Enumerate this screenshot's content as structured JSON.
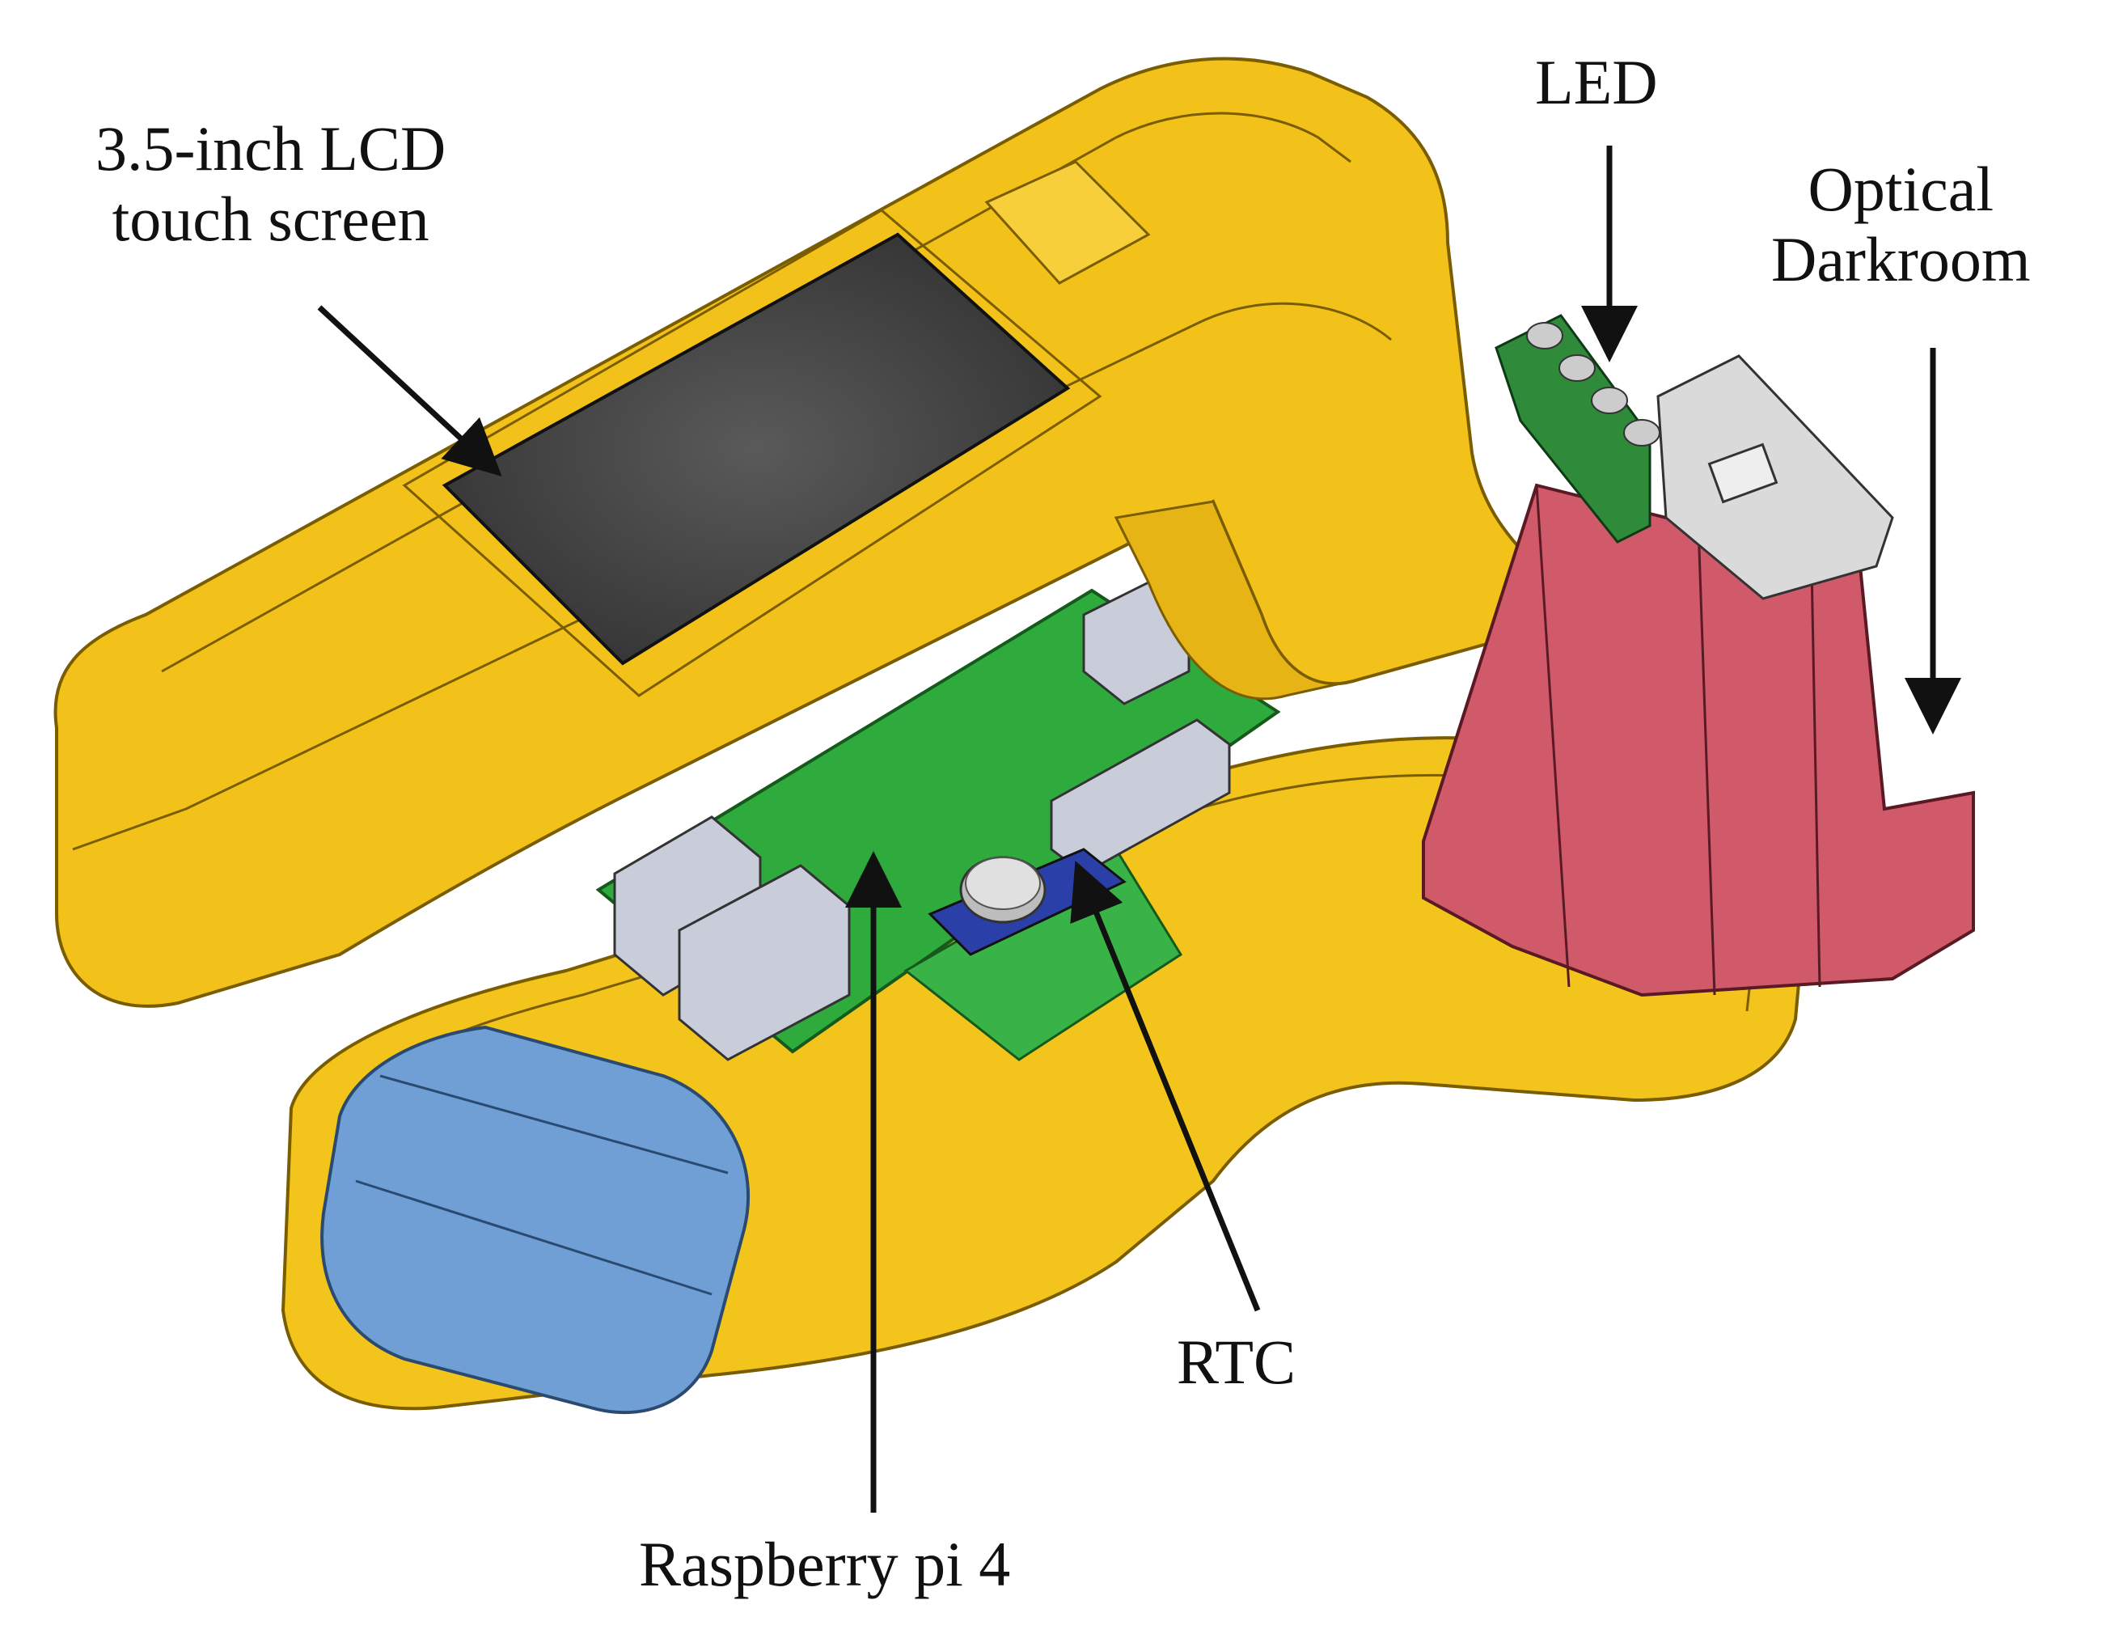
{
  "labels": {
    "lcd": [
      "3.5-inch LCD",
      "touch screen"
    ],
    "led": "LED",
    "darkroom": [
      "Optical",
      "Darkroom"
    ],
    "rtc": "RTC",
    "raspberry": "Raspberry pi 4"
  },
  "colors": {
    "housing": "#f2c21a",
    "housing_edge": "#8a6a00",
    "screen": "#3b3b3b",
    "board": "#2faa3c",
    "battery": "#6f9fd4",
    "darkroom": "#d0596a",
    "led_board": "#2f8a3a",
    "bracket": "#dadada",
    "connector": "#c9ccd9",
    "rtc_module": "#2a3fa8",
    "arrow": "#111111"
  }
}
